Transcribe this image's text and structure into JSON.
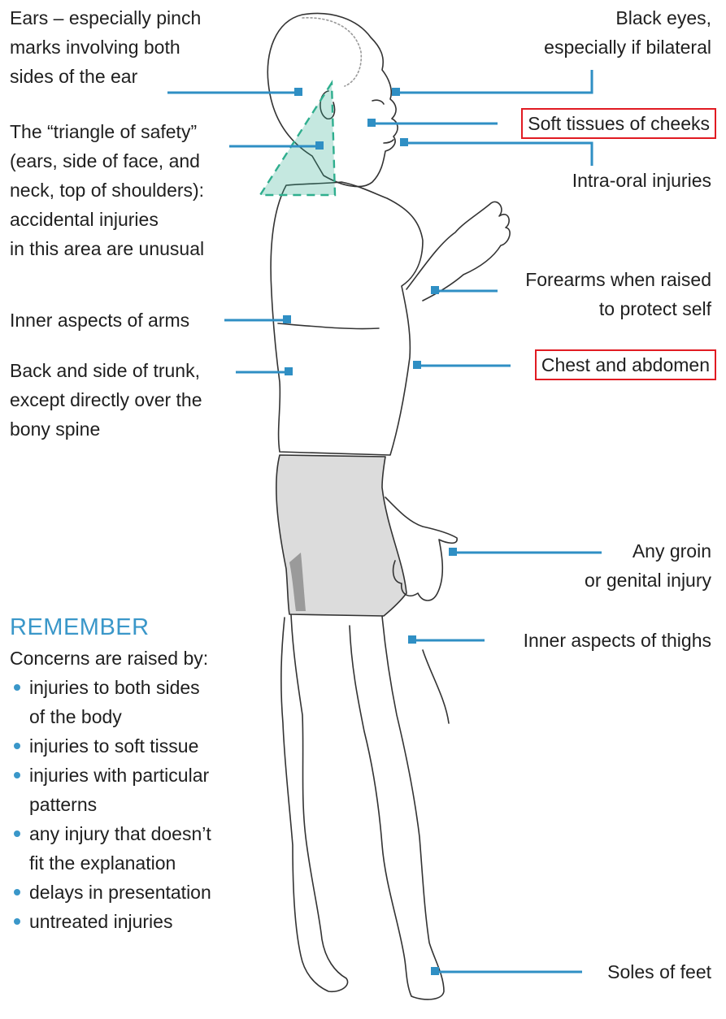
{
  "colors": {
    "leader": "#2f8fc4",
    "highlight_box": "#e11b22",
    "accent": "#3a97c9",
    "triangle": "#2fae8e"
  },
  "labels": {
    "ears": [
      "Ears – especially pinch",
      "marks involving both",
      "sides of the ear"
    ],
    "triangle": [
      "The “triangle of safety”",
      "(ears, side of face, and",
      "neck, top of shoulders):",
      "accidental injuries",
      "in this area are unusual"
    ],
    "inner_arms": [
      "Inner aspects of arms"
    ],
    "back_trunk": [
      "Back and side of trunk,",
      "except directly over the",
      "bony spine"
    ],
    "black_eyes": [
      "Black eyes,",
      "especially if bilateral"
    ],
    "cheeks": [
      "Soft tissues of cheeks"
    ],
    "intra_oral": [
      "Intra-oral injuries"
    ],
    "forearms": [
      "Forearms when raised",
      "to protect self"
    ],
    "chest": [
      "Chest and abdomen"
    ],
    "groin": [
      "Any groin",
      "or genital injury"
    ],
    "thighs": [
      "Inner aspects of thighs"
    ],
    "soles": [
      "Soles of feet"
    ]
  },
  "remember": {
    "title": "REMEMBER",
    "intro": "Concerns are raised by:",
    "items": [
      [
        "injuries to both sides",
        "of the body"
      ],
      [
        "injuries to soft tissue"
      ],
      [
        "injuries with particular",
        "patterns"
      ],
      [
        "any injury that doesn’t",
        "fit the explanation"
      ],
      [
        "delays in presentation"
      ],
      [
        "untreated injuries"
      ]
    ]
  }
}
